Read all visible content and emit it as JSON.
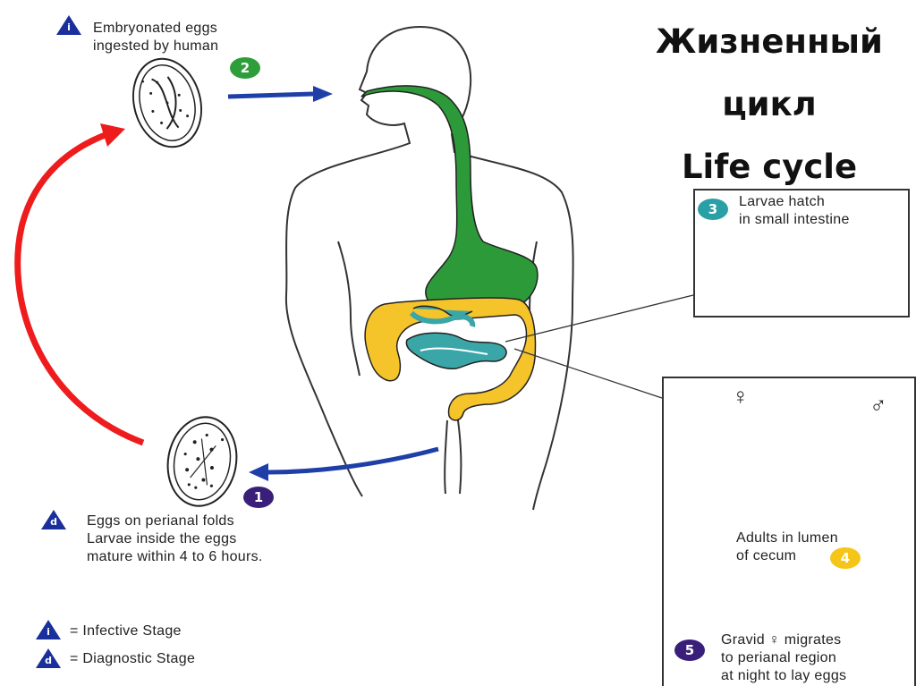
{
  "title": {
    "line1": "Жизненный",
    "line2": "цикл",
    "line3": "Life cycle"
  },
  "stages": {
    "ingested": {
      "badge": "i",
      "line1": "Embryonated eggs",
      "line2": "ingested by human",
      "step": "2"
    },
    "hatch": {
      "step": "3",
      "line1": "Larvae hatch",
      "line2": "in small intestine"
    },
    "adults": {
      "line1": "Adults in lumen",
      "line2": "of cecum",
      "step": "4",
      "female_symbol": "♀",
      "male_symbol": "♂"
    },
    "gravid": {
      "step": "5",
      "line1": "Gravid ♀ migrates",
      "line2": "to perianal region",
      "line3": "at night to lay eggs"
    },
    "perianal": {
      "step": "1",
      "badge": "d",
      "line1": "Eggs on perianal folds",
      "line2": "Larvae inside the eggs",
      "line3": "mature within 4 to 6 hours."
    }
  },
  "legend": {
    "infective": {
      "badge": "i",
      "label": "= Infective Stage"
    },
    "diagnostic": {
      "badge": "d",
      "label": "= Diagnostic Stage"
    }
  },
  "colors": {
    "stage_blue": "#1a2f9c",
    "step2_green": "#2e9e3a",
    "step3_teal": "#2aa0a6",
    "step4_yellow": "#f5c518",
    "step1_purple": "#3a1f7a",
    "esophagus_green": "#2d9a3a",
    "colon_yellow": "#f5c32a",
    "small_intestine_teal": "#3aa6a8",
    "cycle_red": "#ee1c1c",
    "arrow_blue": "#1f3fa8"
  }
}
